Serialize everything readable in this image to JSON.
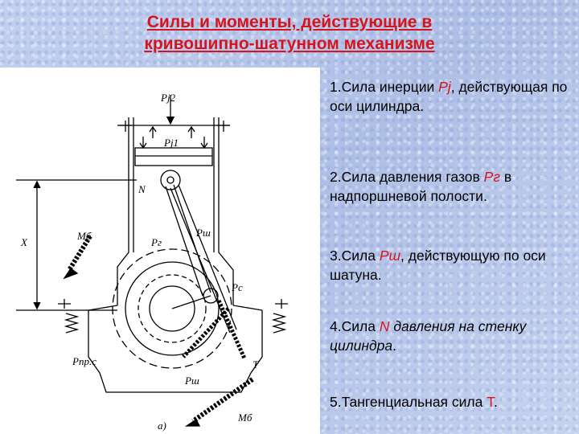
{
  "title": {
    "line1": "Силы и моменты, действующие в",
    "line2": "кривошипно-шатунном механизме "
  },
  "diagram": {
    "labels": {
      "pj2": "Pj2",
      "pj1": "Pj1",
      "n": "N",
      "mb_left": "Mб",
      "pg": "Pг",
      "psh_upper": "Pш",
      "x": "X",
      "pc": "Pc",
      "pprc": "Pпр.с",
      "psh_lower": "Pш",
      "t": "T",
      "mb_bottom": "Mб",
      "caption": "a)"
    }
  },
  "items": [
    {
      "num": "1.",
      "pre": "Сила инерции ",
      "sym": "Pj",
      "post": ", действующая по оси цилиндра."
    },
    {
      "num": "2.",
      "pre": "Сила давления газов ",
      "sym": "Pг",
      "post": " в надпоршневой полости."
    },
    {
      "num": "3.",
      "pre": "Сила ",
      "sym": "Pш",
      "post": ", действующую по оси шатуна."
    },
    {
      "num": "4.",
      "pre": "Сила ",
      "sym": "N",
      "post": " давления на стенку цилиндра",
      "end": "."
    },
    {
      "num": "5.",
      "pre": "Тангенциальная сила ",
      "sym": "T",
      "post": "."
    }
  ],
  "colors": {
    "title": "#d7141b",
    "symbol": "#d7141b"
  }
}
